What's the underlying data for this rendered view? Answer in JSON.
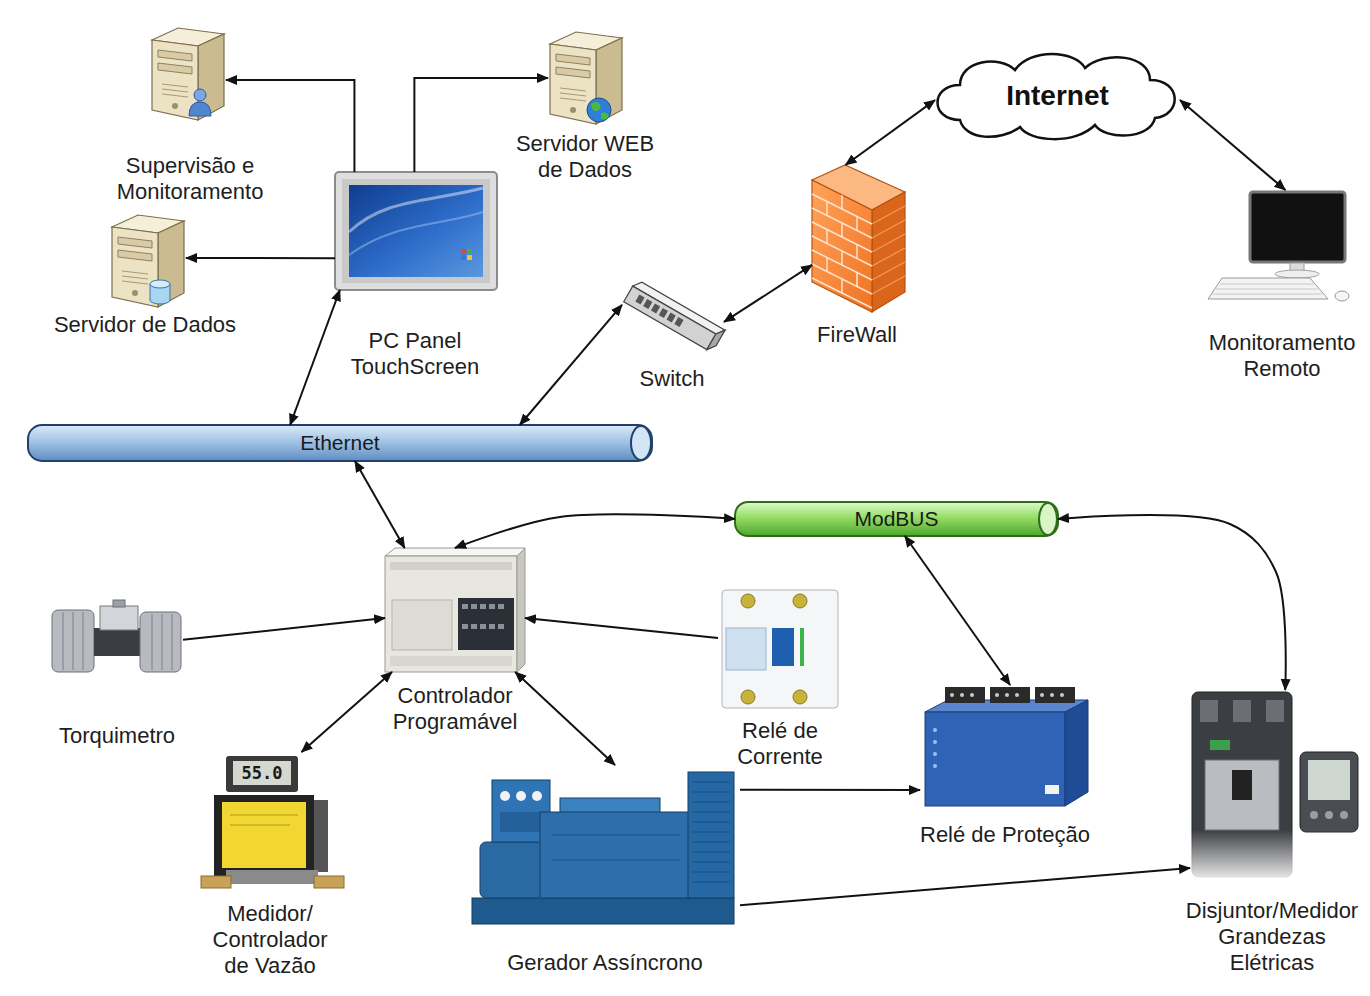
{
  "diagram": {
    "nodes": [
      {
        "text": [
          "Supervisão e Monitoramento"
        ]
      },
      {
        "text": [
          "Servidor WEB de Dados"
        ]
      },
      {
        "text": [
          "Internet"
        ]
      },
      {
        "text": [
          "Servidor de Dados"
        ]
      },
      {
        "text": [
          "PC Panel TouchScreen"
        ]
      },
      {
        "text": [
          "Switch"
        ]
      },
      {
        "text": [
          "FireWall"
        ]
      },
      {
        "text": [
          "Monitoramento Remoto"
        ]
      },
      {
        "text": [
          "Ethernet"
        ]
      },
      {
        "text": [
          "ModBUS"
        ]
      },
      {
        "text": [
          "Controlador Programável"
        ]
      },
      {
        "text": [
          "Torquimetro"
        ]
      },
      {
        "text": [
          "Relé de Corrente"
        ]
      },
      {
        "text": [
          "Relé de Proteção"
        ]
      },
      {
        "text": [
          "Medidor/ Controlador de Vazão"
        ]
      },
      {
        "text": [
          "Gerador Assíncrono"
        ]
      },
      {
        "text": [
          "Disjuntor/Medidor Grandezas Elétricas"
        ]
      }
    ],
    "edges": [
      {
        "from": 4,
        "to": 0,
        "arrow": "to"
      },
      {
        "from": 4,
        "to": 1,
        "arrow": "to"
      },
      {
        "from": 4,
        "to": 3,
        "arrow": "to"
      },
      {
        "from": 4,
        "to": 8,
        "arrow": "both"
      },
      {
        "from": 5,
        "to": 8,
        "arrow": "both"
      },
      {
        "from": 5,
        "to": 6,
        "arrow": "both"
      },
      {
        "from": 6,
        "to": 2,
        "arrow": "both"
      },
      {
        "from": 2,
        "to": 7,
        "arrow": "both"
      },
      {
        "from": 8,
        "to": 10,
        "arrow": "both"
      },
      {
        "from": 10,
        "to": 9,
        "arrow": "both"
      },
      {
        "from": 9,
        "to": 13,
        "arrow": "both"
      },
      {
        "from": 9,
        "to": 16,
        "arrow": "both"
      },
      {
        "from": 11,
        "to": 10,
        "arrow": "to"
      },
      {
        "from": 12,
        "to": 10,
        "arrow": "to"
      },
      {
        "from": 10,
        "to": 14,
        "arrow": "both"
      },
      {
        "from": 10,
        "to": 15,
        "arrow": "both"
      },
      {
        "from": 15,
        "to": 13,
        "arrow": "to"
      },
      {
        "from": 15,
        "to": 16,
        "arrow": "to"
      }
    ],
    "labels": [
      "55.0"
    ]
  }
}
